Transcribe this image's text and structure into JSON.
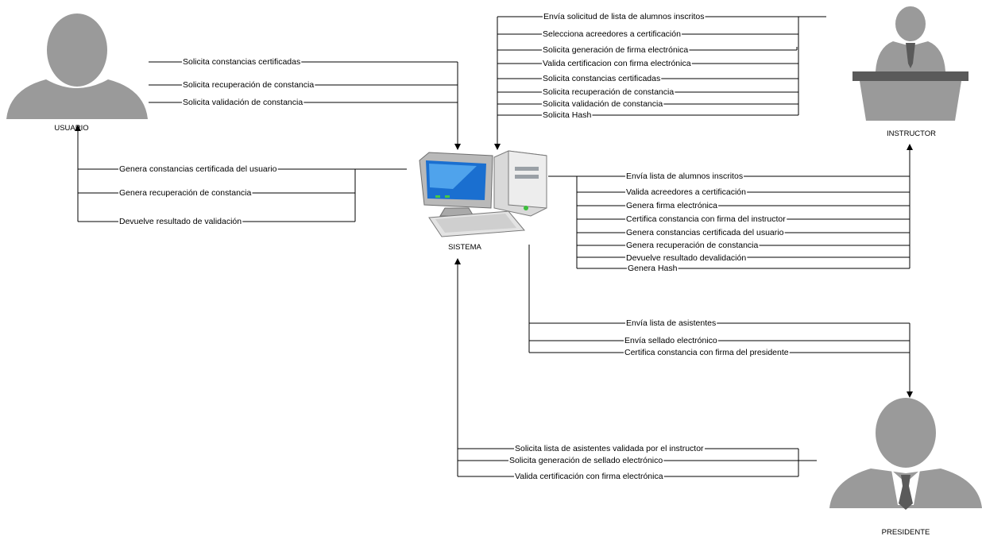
{
  "actors": {
    "usuario": "USUARIO",
    "sistema": "SISTEMA",
    "instructor": "INSTRUCTOR",
    "presidente": "PRESIDENTE"
  },
  "usuario_to_sistema": [
    "Solicita constancias certificadas",
    "Solicita recuperación de constancia",
    "Solicita validación de constancia"
  ],
  "sistema_to_usuario": [
    "Genera constancias certificada del usuario",
    "Genera recuperación de constancia",
    "Devuelve resultado de validación"
  ],
  "instructor_to_sistema": [
    "Envía solicitud de lista de alumnos inscritos",
    "Selecciona acreedores a certificación",
    "Solicita generación de firma electrónica",
    "Valida certificacion con firma electrónica",
    "Solicita constancias certificadas",
    "Solicita recuperación de constancia",
    "Solicita validación de constancia",
    "Solicita Hash"
  ],
  "sistema_to_instructor": [
    "Envía lista de alumnos inscritos",
    "Valida acreedores a certificación",
    "Genera firma electrónica",
    "Certifica constancia con firma del instructor",
    "Genera constancias certificada del usuario",
    "Genera recuperación de constancia",
    "Devuelve resultado devalidación",
    "Genera Hash"
  ],
  "sistema_to_presidente": [
    "Envía lista de asistentes",
    "Envía sellado electrónico",
    "Certifica constancia con firma del presidente"
  ],
  "presidente_to_sistema": [
    "Solicita lista de asistentes validada por el instructor",
    "Solicita generación  de sellado electrónico",
    "Valida certificación con firma electrónica"
  ]
}
